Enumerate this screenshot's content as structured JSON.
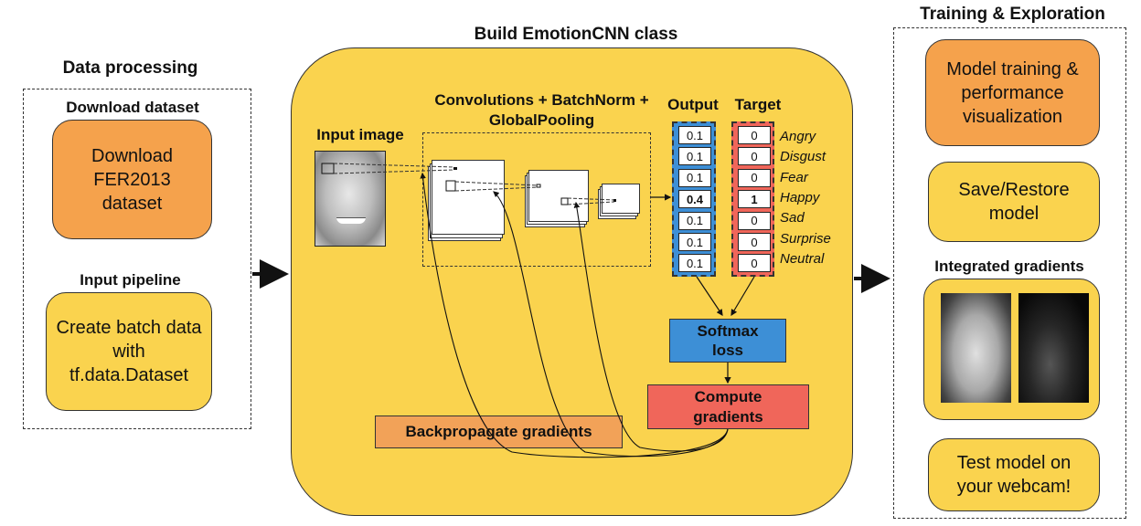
{
  "left": {
    "title": "Data processing",
    "download_label": "Download dataset",
    "download_box": "Download FER2013 dataset",
    "pipeline_label": "Input pipeline",
    "pipeline_box": "Create batch data with tf.data.Dataset"
  },
  "center": {
    "title": "Build EmotionCNN class",
    "input_label": "Input image",
    "conv_label_1": "Convolutions + BatchNorm +",
    "conv_label_2": "GlobalPooling",
    "output_label": "Output",
    "target_label": "Target",
    "output_values": [
      "0.1",
      "0.1",
      "0.1",
      "0.4",
      "0.1",
      "0.1",
      "0.1"
    ],
    "target_values": [
      "0",
      "0",
      "0",
      "1",
      "0",
      "0",
      "0"
    ],
    "emotions": [
      "Angry",
      "Disgust",
      "Fear",
      "Happy",
      "Sad",
      "Surprise",
      "Neutral"
    ],
    "softmax": "Softmax loss",
    "compute": "Compute gradients",
    "backprop": "Backpropagate gradients"
  },
  "right": {
    "title": "Training & Exploration",
    "train_box": "Model training & performance visualization",
    "save_box": "Save/Restore model",
    "ig_label": "Integrated gradients",
    "webcam_box": "Test model on your webcam!"
  },
  "colors": {
    "yellow": "#FAD34E",
    "orange": "#F5A24C",
    "blue": "#3D8FD6",
    "red": "#F0665A"
  }
}
